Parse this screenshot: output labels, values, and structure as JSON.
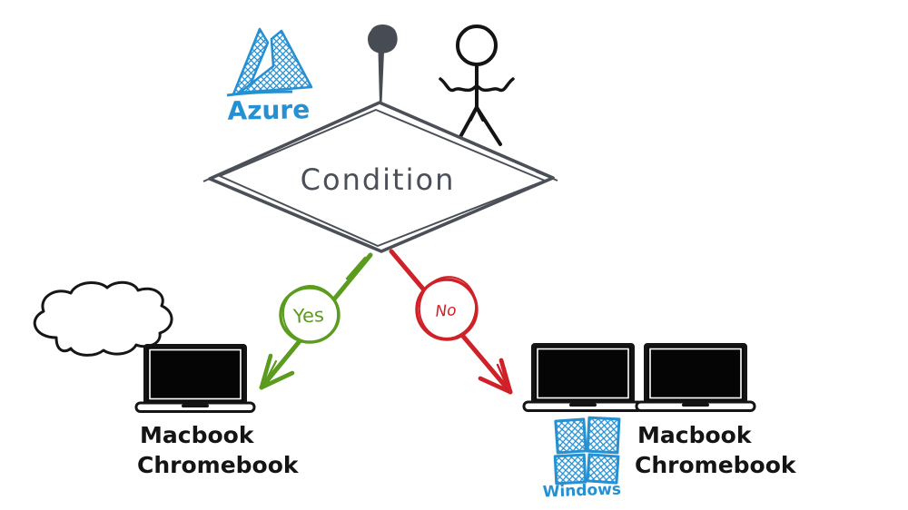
{
  "colors": {
    "background": "#ffffff",
    "azure_blue": "#2590d2",
    "diamond_slate": "#4b5058",
    "yes_green": "#5b9b1d",
    "no_red": "#cf2127",
    "ink_black": "#141414"
  },
  "decision": {
    "label": "Condition",
    "shape": "diamond"
  },
  "branches": [
    {
      "label": "Yes",
      "color": "#5b9b1d"
    },
    {
      "label": "No",
      "color": "#cf2127"
    }
  ],
  "labels": {
    "azure": "Azure",
    "windows": "Windows"
  },
  "devices": {
    "left": [
      "Macbook",
      "Chromebook"
    ],
    "right": [
      "Macbook",
      "Chromebook"
    ]
  },
  "icons": [
    "azure-logo-icon",
    "pushpin-icon",
    "stick-figure-icon",
    "cloud-icon",
    "laptop-icon",
    "windows-logo-icon"
  ]
}
